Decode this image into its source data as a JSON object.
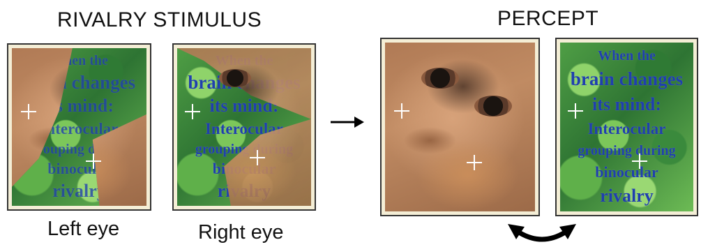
{
  "headings": {
    "stimulus": "RIVALRY STIMULUS",
    "percept": "PERCEPT"
  },
  "labels": {
    "left_eye": "Left eye",
    "right_eye": "Right eye"
  },
  "image_text": {
    "lines": [
      "When the",
      "brain changes",
      "its mind:",
      "Interocular",
      "grouping during",
      "binocular",
      "rivalry"
    ]
  },
  "images": {
    "face": "orangutan-face",
    "text": "text-over-green-foliage"
  },
  "icons": {
    "fixation": "fixation-cross-icon",
    "right_arrow": "right-arrow-icon",
    "alternation": "double-headed-curved-arrow-icon"
  },
  "colors": {
    "text_on_image": "#1f3fae",
    "foliage": "#4f9e45",
    "face": "#c08b63",
    "fixation_cross": "#ffffff",
    "arrows": "#000000"
  }
}
